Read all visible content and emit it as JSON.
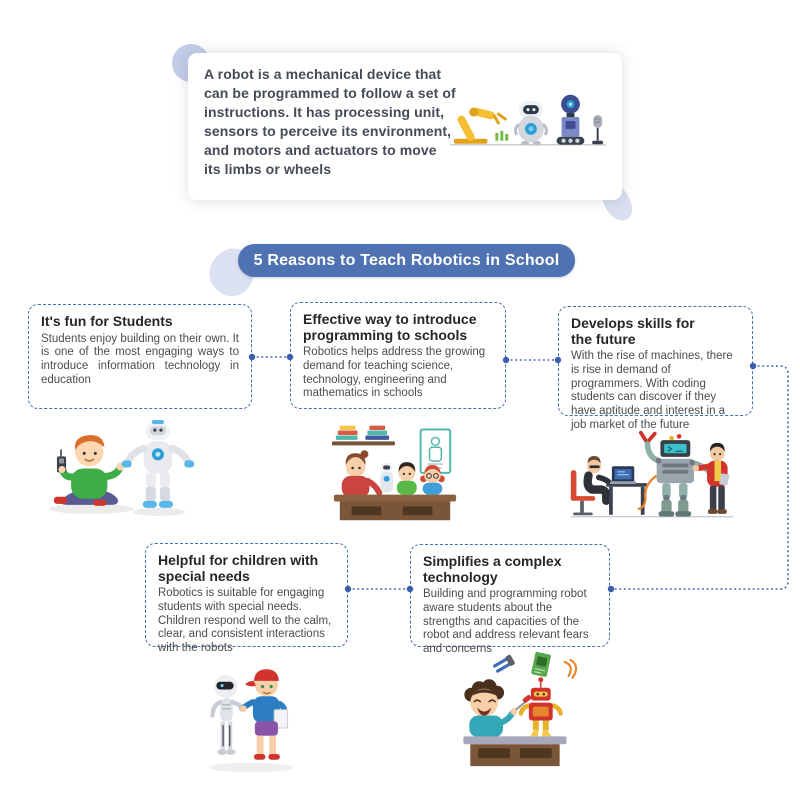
{
  "intro": {
    "text": "A robot is a mechanical device that can be programmed to follow a set of instructions. It has processing unit, sensors to perceive its environment, and motors and actuators to move its limbs or wheels"
  },
  "banner": {
    "title": "5 Reasons to Teach Robotics in School"
  },
  "cards": [
    {
      "title": "It's fun for Students",
      "body": "Students enjoy building on their own. It is one of the most engaging ways to introduce information technology in education"
    },
    {
      "title": "Effective way to introduce\nprogramming to schools",
      "body": "Robotics helps address the growing demand for teaching science, technology, engineering and mathematics in schools"
    },
    {
      "title": "Develops skills for\nthe future",
      "body": "With the rise of machines, there is rise in demand of programmers. With coding students can discover if they have aptitude and interest in a job market of the future"
    },
    {
      "title": "Helpful for children with\nspecial needs",
      "body": "Robotics is suitable for engaging students with special needs. Children respond well to the calm, clear, and consistent interactions with the robots"
    },
    {
      "title": "Simplifies a complex\ntechnology",
      "body": "Building and programming robot aware students about the strengths and capacities of the robot and address relevant fears and concerns"
    }
  ],
  "colors": {
    "banner_blue": "#4f72b2",
    "card_border_blue": "#4a6cb3",
    "connector_dot_blue": "#3a5dad",
    "title_text": "#26262a",
    "body_text": "#4c4c4f",
    "blob_light": "#dbe1f1",
    "blob_circle": "#c3cce9"
  }
}
